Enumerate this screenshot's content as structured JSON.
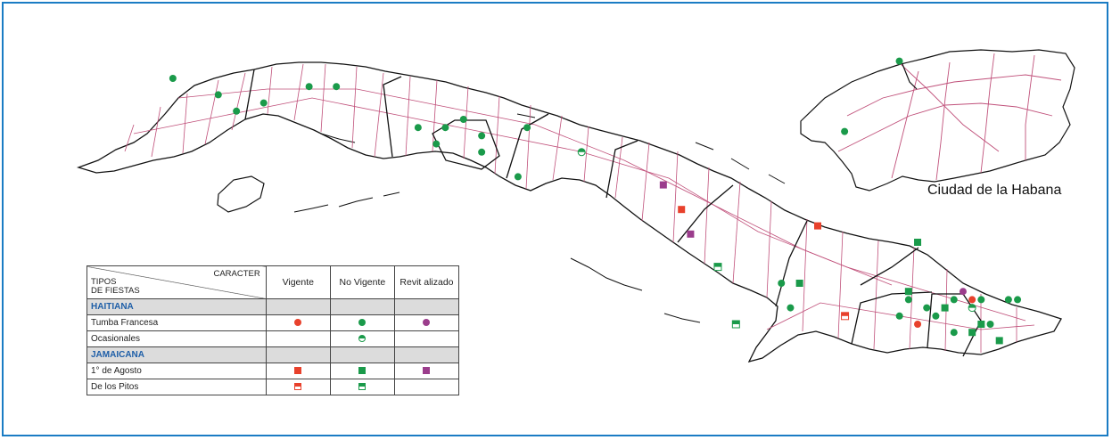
{
  "map": {
    "inset_label": "Ciudad de la Habana"
  },
  "colors": {
    "vigente": "#e8412c",
    "no_vigente": "#1a9a4a",
    "revitalizado": "#9b3d8c",
    "borders": "#c0507a",
    "frame": "#1a7cc4"
  },
  "legend": {
    "corner_top": "CARACTER",
    "corner_bottom_1": "TIPOS",
    "corner_bottom_2": "DE FIESTAS",
    "columns": [
      "Vigente",
      "No Vigente",
      "Revit alizado"
    ],
    "sections": [
      {
        "title": "HAITIANA",
        "rows": [
          {
            "label": "Tumba Francesa",
            "vigente": "circle",
            "no_vigente": "circle",
            "revitalizado": "circle"
          },
          {
            "label": "Ocasionales",
            "vigente": "",
            "no_vigente": "half-circle",
            "revitalizado": ""
          }
        ]
      },
      {
        "title": "JAMAICANA",
        "rows": [
          {
            "label": "1° de Agosto",
            "vigente": "square",
            "no_vigente": "square",
            "revitalizado": "square"
          },
          {
            "label": "De los Pitos",
            "vigente": "half-square",
            "no_vigente": "half-square",
            "revitalizado": ""
          }
        ]
      }
    ]
  },
  "markers": [
    {
      "shape": "circle",
      "type": "no_vigente",
      "lon": -84.0,
      "lat": 22.9
    },
    {
      "shape": "circle",
      "type": "no_vigente",
      "lon": -83.5,
      "lat": 22.7
    },
    {
      "shape": "circle",
      "type": "no_vigente",
      "lon": -83.3,
      "lat": 22.5
    },
    {
      "shape": "circle",
      "type": "no_vigente",
      "lon": -83.0,
      "lat": 22.6
    },
    {
      "shape": "circle",
      "type": "no_vigente",
      "lon": -82.5,
      "lat": 22.8
    },
    {
      "shape": "circle",
      "type": "no_vigente",
      "lon": -82.2,
      "lat": 22.8
    },
    {
      "shape": "circle",
      "type": "no_vigente",
      "lon": -81.3,
      "lat": 22.3
    },
    {
      "shape": "circle",
      "type": "no_vigente",
      "lon": -81.1,
      "lat": 22.1
    },
    {
      "shape": "circle",
      "type": "no_vigente",
      "lon": -81.0,
      "lat": 22.3
    },
    {
      "shape": "circle",
      "type": "no_vigente",
      "lon": -80.8,
      "lat": 22.4
    },
    {
      "shape": "circle",
      "type": "no_vigente",
      "lon": -80.6,
      "lat": 22.2
    },
    {
      "shape": "circle",
      "type": "no_vigente",
      "lon": -80.6,
      "lat": 22.0
    },
    {
      "shape": "circle",
      "type": "no_vigente",
      "lon": -80.1,
      "lat": 22.3
    },
    {
      "shape": "circle",
      "type": "no_vigente",
      "lon": -80.2,
      "lat": 21.7
    },
    {
      "shape": "half-circle",
      "type": "no_vigente",
      "lon": -79.5,
      "lat": 22.0
    },
    {
      "shape": "square",
      "type": "revitalizado",
      "lon": -78.6,
      "lat": 21.6
    },
    {
      "shape": "square",
      "type": "vigente",
      "lon": -78.4,
      "lat": 21.3
    },
    {
      "shape": "square",
      "type": "revitalizado",
      "lon": -78.3,
      "lat": 21.0
    },
    {
      "shape": "square",
      "type": "vigente",
      "lon": -76.9,
      "lat": 21.1
    },
    {
      "shape": "half-square",
      "type": "no_vigente",
      "lon": -78.0,
      "lat": 20.6
    },
    {
      "shape": "circle",
      "type": "no_vigente",
      "lon": -77.3,
      "lat": 20.4
    },
    {
      "shape": "square",
      "type": "no_vigente",
      "lon": -77.1,
      "lat": 20.4
    },
    {
      "shape": "circle",
      "type": "no_vigente",
      "lon": -77.2,
      "lat": 20.1
    },
    {
      "shape": "half-square",
      "type": "vigente",
      "lon": -76.6,
      "lat": 20.0
    },
    {
      "shape": "half-square",
      "type": "no_vigente",
      "lon": -77.8,
      "lat": 19.9
    },
    {
      "shape": "square",
      "type": "no_vigente",
      "lon": -75.8,
      "lat": 20.9
    },
    {
      "shape": "square",
      "type": "no_vigente",
      "lon": -75.9,
      "lat": 20.3
    },
    {
      "shape": "circle",
      "type": "no_vigente",
      "lon": -75.9,
      "lat": 20.2
    },
    {
      "shape": "circle",
      "type": "no_vigente",
      "lon": -76.0,
      "lat": 20.0
    },
    {
      "shape": "circle",
      "type": "no_vigente",
      "lon": -75.7,
      "lat": 20.1
    },
    {
      "shape": "circle",
      "type": "no_vigente",
      "lon": -75.6,
      "lat": 20.0
    },
    {
      "shape": "circle",
      "type": "vigente",
      "lon": -75.8,
      "lat": 19.9
    },
    {
      "shape": "square",
      "type": "no_vigente",
      "lon": -75.5,
      "lat": 20.1
    },
    {
      "shape": "circle",
      "type": "revitalizado",
      "lon": -75.3,
      "lat": 20.3
    },
    {
      "shape": "circle",
      "type": "vigente",
      "lon": -75.2,
      "lat": 20.2
    },
    {
      "shape": "circle",
      "type": "no_vigente",
      "lon": -75.4,
      "lat": 20.2
    },
    {
      "shape": "half-circle",
      "type": "no_vigente",
      "lon": -75.2,
      "lat": 20.1
    },
    {
      "shape": "circle",
      "type": "no_vigente",
      "lon": -75.1,
      "lat": 20.2
    },
    {
      "shape": "circle",
      "type": "no_vigente",
      "lon": -74.8,
      "lat": 20.2
    },
    {
      "shape": "circle",
      "type": "no_vigente",
      "lon": -74.7,
      "lat": 20.2
    },
    {
      "shape": "circle",
      "type": "no_vigente",
      "lon": -75.0,
      "lat": 19.9
    },
    {
      "shape": "square",
      "type": "no_vigente",
      "lon": -75.1,
      "lat": 19.9
    },
    {
      "shape": "circle",
      "type": "no_vigente",
      "lon": -75.4,
      "lat": 19.8
    },
    {
      "shape": "square",
      "type": "no_vigente",
      "lon": -75.2,
      "lat": 19.8
    },
    {
      "shape": "square",
      "type": "no_vigente",
      "lon": -74.9,
      "lat": 19.7
    }
  ],
  "inset_markers": [
    {
      "shape": "circle",
      "type": "no_vigente",
      "rx": 0.36,
      "ry": 0.08
    },
    {
      "shape": "circle",
      "type": "no_vigente",
      "rx": 0.16,
      "ry": 0.58
    }
  ]
}
